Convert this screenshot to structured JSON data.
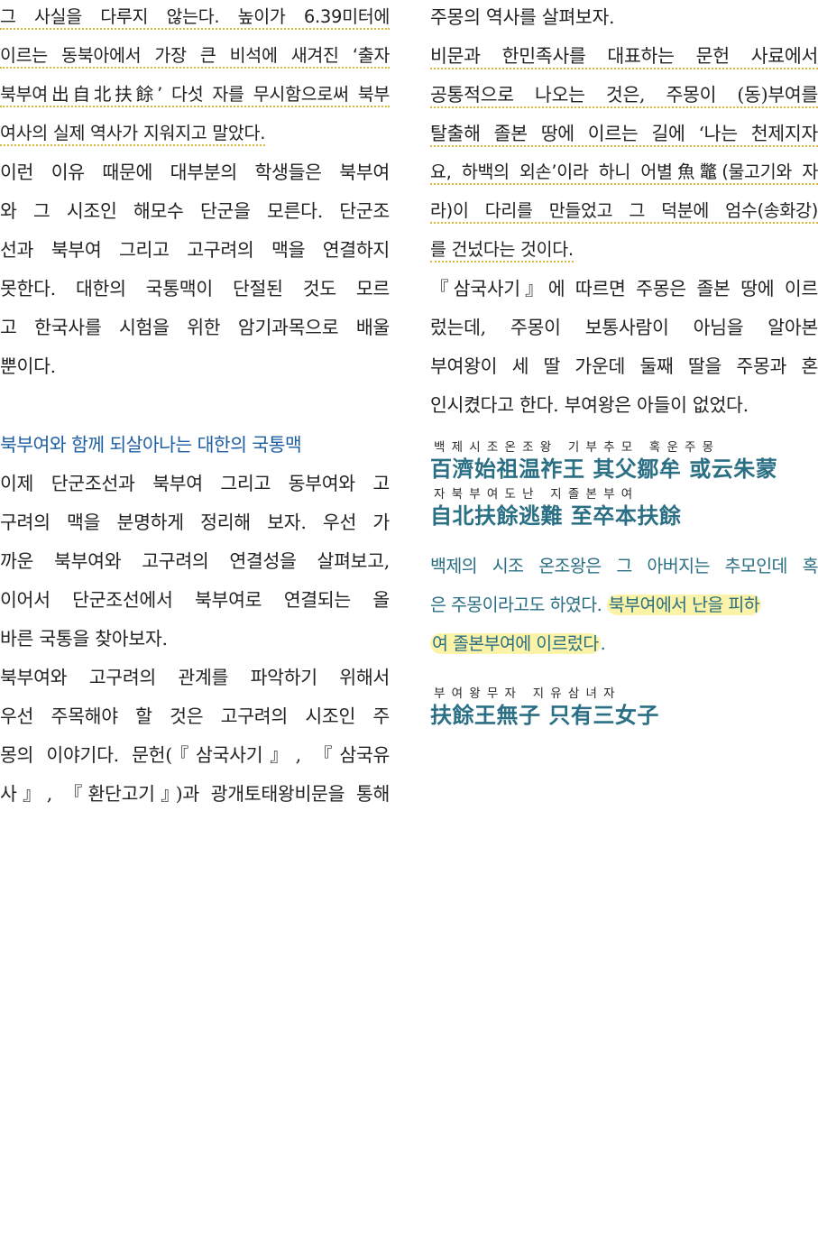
{
  "left_column": {
    "para1": [
      "그 사실을 다루지 않는다. 높이가 6.39미터에",
      "이르는 동북아에서 가장 큰 비석에 새겨진 ‘출자",
      "북부여出自北扶餘’ 다섯 자를 무시함으로써 북부",
      "여사의 실제 역사가 지워지고 말았다."
    ],
    "para2": [
      "이런 이유 때문에 대부분의 학생들은 북부여",
      "와 그 시조인 해모수 단군을 모른다. 단군조",
      "선과 북부여 그리고 고구려의 맥을 연결하지",
      "못한다. 대한의 국통맥이 단절된 것도 모르",
      "고 한국사를 시험을 위한 암기과목으로 배울",
      "뿐이다."
    ],
    "heading": "북부여와 함께 되살아나는 대한의 국통맥",
    "para3": [
      "이제 단군조선과 북부여 그리고 동부여와 고",
      "구려의 맥을 분명하게 정리해 보자. 우선 가",
      "까운 북부여와 고구려의 연결성을 살펴보고,",
      "이어서 단군조선에서 북부여로 연결되는 올",
      "바른 국통을 찾아보자."
    ],
    "para4": [
      "북부여와 고구려의 관계를 파악하기 위해서",
      "우선 주목해야 할 것은 고구려의 시조인 주",
      "몽의 이야기다. 문헌(『삼국사기』, 『삼국유",
      "사』, 『환단고기』)과 광개토태왕비문을 통해"
    ]
  },
  "right_column": {
    "para1": [
      "주몽의 역사를 살펴보자."
    ],
    "para2": [
      "비문과 한민족사를 대표하는 문헌 사료에서",
      "공통적으로 나오는 것은, 주몽이 (동)부여를",
      "탈출해 졸본 땅에 이르는 길에 ‘나는 천제지자",
      "요, 하백의 외손’이라 하니 어별魚鼈(물고기와 자",
      "라)이 다리를 만들었고 그 덕분에 엄수(송화강)",
      "를 건넜다는 것이다."
    ],
    "para3": [
      "『삼국사기』에 따르면 주몽은 졸본 땅에 이르",
      "렀는데, 주몽이 보통사람이 아님을 알아본",
      "부여왕이 세 딸 가운데 둘째 딸을 주몽과 혼",
      "인시켰다고 한다. 부여왕은 아들이 없었다."
    ],
    "quote1": {
      "reading1": "백제시조온조왕 기부추모 혹운주몽",
      "hanja1": "百濟始祖温祚王 其父鄒牟 或云朱蒙",
      "reading2": "자북부여도난 지졸본부여",
      "hanja2": "自北扶餘逃難 至卒本扶餘"
    },
    "translation": {
      "line1": "백제의 시조 온조왕은 그 아버지는 추모인데 혹",
      "line2_plain": "은 주몽이라고도 하였다. ",
      "line2_highlight": "북부여에서 난을 피하",
      "line3_highlight": "여 졸본부여에 이르렀다",
      "line3_plain": "."
    },
    "quote2": {
      "reading": "부여왕무자 지유삼녀자",
      "hanja": "扶餘王無子 只有三女子"
    }
  },
  "colors": {
    "underline": "#d8b93c",
    "heading": "#1e5fa3",
    "hanja": "#2b6f85",
    "highlight": "#fbf3a8"
  }
}
